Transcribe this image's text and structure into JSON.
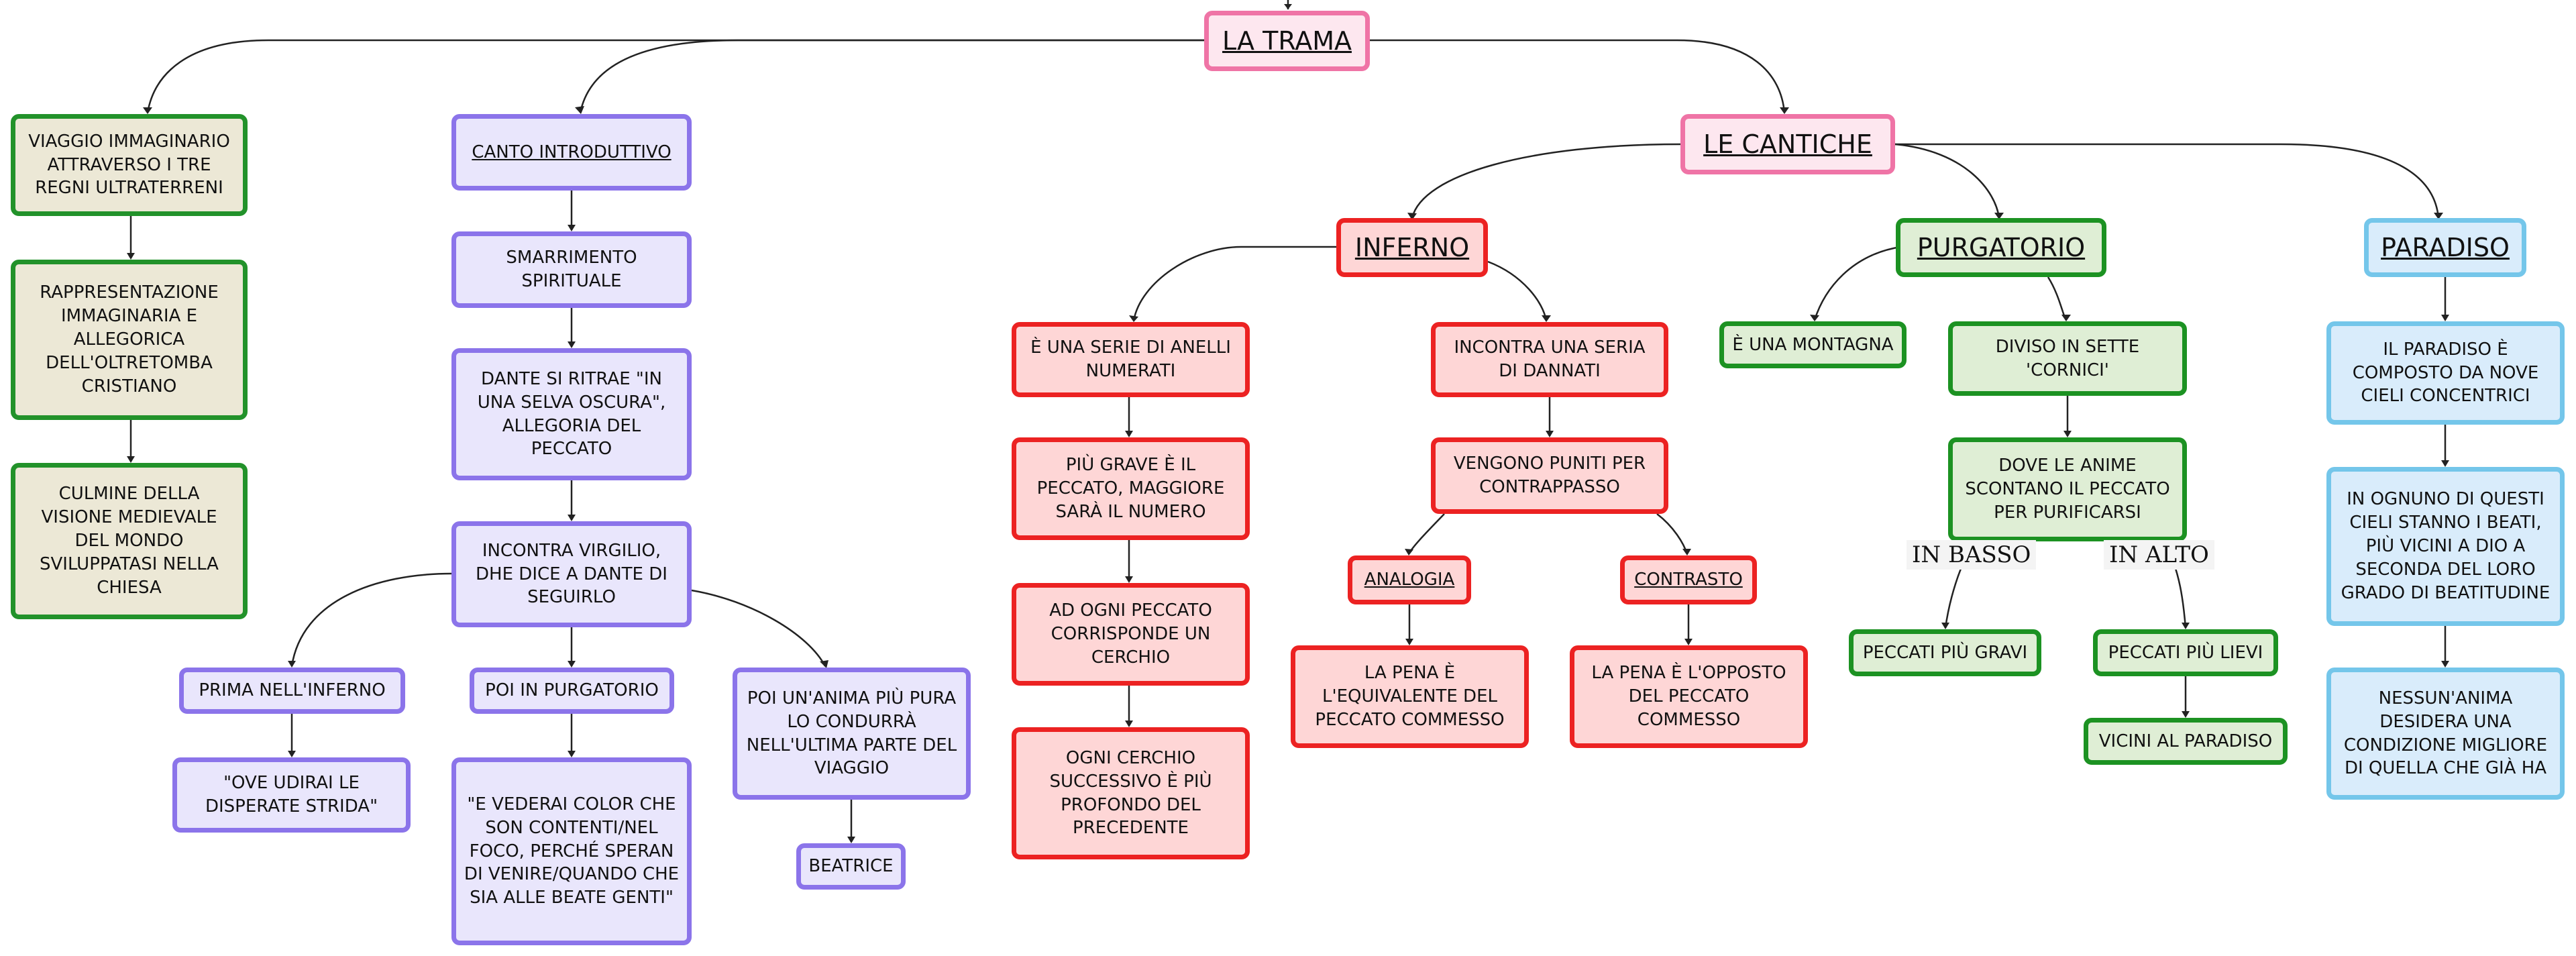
{
  "nodes": {
    "la_trama": "LA TRAMA",
    "le_cantiche": "LE CANTICHE",
    "viaggio": "VIAGGIO IMMAGINARIO ATTRAVERSO I TRE REGNI ULTRATERRENI",
    "rappresentazione": "RAPPRESENTAZIONE IMMAGINARIA E ALLEGORICA DELL'OLTRETOMBA CRISTIANO",
    "culmine": "CULMINE DELLA VISIONE MEDIEVALE DEL MONDO SVILUPPATASI NELLA CHIESA",
    "canto_introduttivo": "CANTO INTRODUTTIVO",
    "smarrimento": "SMARRIMENTO SPIRITUALE",
    "selva_oscura": "DANTE SI RITRAE \"IN UNA SELVA OSCURA\", ALLEGORIA DEL PECCATO",
    "virgilio": "INCONTRA VIRGILIO, DHE DICE A DANTE DI SEGUIRLO",
    "prima_inferno": "PRIMA NELL'INFERNO",
    "disperate_strida": "\"OVE UDIRAI LE DISPERATE STRIDA\"",
    "poi_purgatorio": "POI IN PURGATORIO",
    "vederai": "\"E VEDERAI COLOR CHE SON CONTENTI/NEL FOCO, PERCHÉ SPERAN DI VENIRE/QUANDO CHE SIA ALLE BEATE GENTI\"",
    "anima_pura": "POI UN'ANIMA PIÙ PURA LO CONDURRÀ NELL'ULTIMA PARTE DEL VIAGGIO",
    "beatrice": "BEATRICE",
    "inferno": "INFERNO",
    "anelli": "È UNA SERIE DI ANELLI NUMERATI",
    "piu_grave": "PIÙ GRAVE È IL PECCATO, MAGGIORE SARÀ IL NUMERO",
    "ogni_peccato": "AD OGNI PECCATO CORRISPONDE UN CERCHIO",
    "ogni_cerchio": "OGNI CERCHIO SUCCESSIVO È PIÙ PROFONDO DEL PRECEDENTE",
    "dannati": "INCONTRA UNA SERIA DI DANNATI",
    "contrappasso": "VENGONO PUNITI PER CONTRAPPASSO",
    "analogia": "ANALOGIA",
    "contrasto": "CONTRASTO",
    "equivalente": "LA PENA È L'EQUIVALENTE DEL PECCATO COMMESSO",
    "opposto": "LA PENA È L'OPPOSTO DEL PECCATO COMMESSO",
    "purgatorio": "PURGATORIO",
    "montagna": "È UNA MONTAGNA",
    "cornici": "DIVISO IN SETTE 'CORNICI'",
    "scontano": "DOVE LE ANIME SCONTANO IL PECCATO PER PURIFICARSI",
    "gravi": "PECCATI PIÙ GRAVI",
    "lievi": "PECCATI PIÙ LIEVI",
    "vicini": "VICINI AL PARADISO",
    "paradiso": "PARADISO",
    "nove_cieli": "IL PARADISO È COMPOSTO DA NOVE CIELI CONCENTRICI",
    "beati": "IN OGNUNO DI QUESTI CIELI STANNO I BEATI, PIÙ VICINI A DIO A SECONDA DEL LORO GRADO DI BEATITUDINE",
    "nessuna_anima": "NESSUN'ANIMA DESIDERA UNA CONDIZIONE MIGLIORE DI QUELLA CHE GIÀ HA"
  },
  "edge_labels": {
    "in_basso": "IN BASSO",
    "in_alto": "IN ALTO"
  },
  "colors": {
    "pink": "#ef74a6",
    "olive_green": "#22922a",
    "violet": "#8b74ea",
    "red": "#ec2222",
    "green": "#1c9222",
    "blue": "#74c6ea"
  }
}
